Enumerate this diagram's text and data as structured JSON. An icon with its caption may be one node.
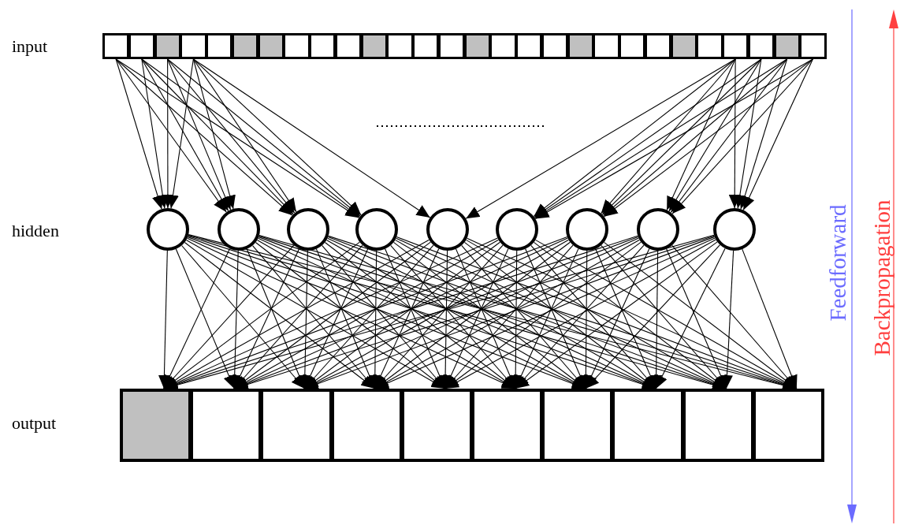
{
  "diagram": {
    "nodes": [
      {
        "text": [],
        "shape": "box"
      },
      {
        "text": [],
        "shape": "box"
      },
      {
        "text": [],
        "shape": "box"
      },
      {
        "text": [],
        "shape": "box"
      },
      {
        "text": [],
        "shape": "box"
      },
      {
        "text": [],
        "shape": "box"
      },
      {
        "text": [],
        "shape": "box"
      },
      {
        "text": [],
        "shape": "box"
      },
      {
        "text": [],
        "shape": "box"
      },
      {
        "text": [],
        "shape": "box"
      },
      {
        "text": [],
        "shape": "box"
      },
      {
        "text": [],
        "shape": "box"
      },
      {
        "text": [],
        "shape": "box"
      },
      {
        "text": [],
        "shape": "box"
      },
      {
        "text": [],
        "shape": "box"
      },
      {
        "text": [],
        "shape": "box"
      },
      {
        "text": [],
        "shape": "box"
      },
      {
        "text": [],
        "shape": "box"
      },
      {
        "text": [],
        "shape": "box"
      },
      {
        "text": [],
        "shape": "box"
      },
      {
        "text": [],
        "shape": "box"
      },
      {
        "text": [],
        "shape": "box"
      },
      {
        "text": [],
        "shape": "box"
      },
      {
        "text": [],
        "shape": "box"
      },
      {
        "text": [],
        "shape": "box"
      },
      {
        "text": [],
        "shape": "box"
      },
      {
        "text": [],
        "shape": "box"
      },
      {
        "text": [],
        "shape": "box"
      },
      {
        "text": [],
        "shape": "circle"
      },
      {
        "text": [],
        "shape": "circle"
      },
      {
        "text": [],
        "shape": "circle"
      },
      {
        "text": [],
        "shape": "circle"
      },
      {
        "text": [],
        "shape": "circle"
      },
      {
        "text": [],
        "shape": "circle"
      },
      {
        "text": [],
        "shape": "circle"
      },
      {
        "text": [],
        "shape": "circle"
      },
      {
        "text": [],
        "shape": "circle"
      },
      {
        "text": [],
        "shape": "box"
      },
      {
        "text": [],
        "shape": "box"
      },
      {
        "text": [],
        "shape": "box"
      },
      {
        "text": [],
        "shape": "box"
      },
      {
        "text": [],
        "shape": "box"
      },
      {
        "text": [],
        "shape": "box"
      },
      {
        "text": [],
        "shape": "box"
      },
      {
        "text": [],
        "shape": "box"
      },
      {
        "text": [],
        "shape": "box"
      },
      {
        "text": [],
        "shape": "box"
      }
    ],
    "edges": [
      {
        "from": 0,
        "to": 28,
        "arrow": "to"
      },
      {
        "from": 0,
        "to": 29,
        "arrow": "to"
      },
      {
        "from": 0,
        "to": 30,
        "arrow": "to"
      },
      {
        "from": 0,
        "to": 31,
        "arrow": "to"
      },
      {
        "from": 1,
        "to": 28,
        "arrow": "to"
      },
      {
        "from": 1,
        "to": 29,
        "arrow": "to"
      },
      {
        "from": 1,
        "to": 30,
        "arrow": "to"
      },
      {
        "from": 1,
        "to": 31,
        "arrow": "to"
      },
      {
        "from": 2,
        "to": 28,
        "arrow": "to"
      },
      {
        "from": 2,
        "to": 29,
        "arrow": "to"
      },
      {
        "from": 2,
        "to": 30,
        "arrow": "to"
      },
      {
        "from": 2,
        "to": 31,
        "arrow": "to"
      },
      {
        "from": 3,
        "to": 28,
        "arrow": "to"
      },
      {
        "from": 3,
        "to": 29,
        "arrow": "to"
      },
      {
        "from": 3,
        "to": 30,
        "arrow": "to"
      },
      {
        "from": 3,
        "to": 31,
        "arrow": "to"
      },
      {
        "from": 3,
        "to": 32,
        "arrow": "to"
      },
      {
        "from": 24,
        "to": 32,
        "arrow": "to"
      },
      {
        "from": 24,
        "to": 33,
        "arrow": "to"
      },
      {
        "from": 24,
        "to": 34,
        "arrow": "to"
      },
      {
        "from": 24,
        "to": 35,
        "arrow": "to"
      },
      {
        "from": 24,
        "to": 36,
        "arrow": "to"
      },
      {
        "from": 25,
        "to": 33,
        "arrow": "to"
      },
      {
        "from": 25,
        "to": 34,
        "arrow": "to"
      },
      {
        "from": 25,
        "to": 35,
        "arrow": "to"
      },
      {
        "from": 25,
        "to": 36,
        "arrow": "to"
      },
      {
        "from": 26,
        "to": 33,
        "arrow": "to"
      },
      {
        "from": 26,
        "to": 34,
        "arrow": "to"
      },
      {
        "from": 26,
        "to": 35,
        "arrow": "to"
      },
      {
        "from": 26,
        "to": 36,
        "arrow": "to"
      },
      {
        "from": 27,
        "to": 33,
        "arrow": "to"
      },
      {
        "from": 27,
        "to": 34,
        "arrow": "to"
      },
      {
        "from": 27,
        "to": 35,
        "arrow": "to"
      },
      {
        "from": 27,
        "to": 36,
        "arrow": "to"
      },
      {
        "from": 28,
        "to": 37,
        "arrow": "to"
      },
      {
        "from": 28,
        "to": 38,
        "arrow": "to"
      },
      {
        "from": 28,
        "to": 39,
        "arrow": "to"
      },
      {
        "from": 28,
        "to": 40,
        "arrow": "to"
      },
      {
        "from": 28,
        "to": 41,
        "arrow": "to"
      },
      {
        "from": 28,
        "to": 42,
        "arrow": "to"
      },
      {
        "from": 28,
        "to": 43,
        "arrow": "to"
      },
      {
        "from": 28,
        "to": 44,
        "arrow": "to"
      },
      {
        "from": 28,
        "to": 45,
        "arrow": "to"
      },
      {
        "from": 28,
        "to": 46,
        "arrow": "to"
      },
      {
        "from": 29,
        "to": 37,
        "arrow": "to"
      },
      {
        "from": 29,
        "to": 38,
        "arrow": "to"
      },
      {
        "from": 29,
        "to": 39,
        "arrow": "to"
      },
      {
        "from": 29,
        "to": 40,
        "arrow": "to"
      },
      {
        "from": 29,
        "to": 41,
        "arrow": "to"
      },
      {
        "from": 29,
        "to": 42,
        "arrow": "to"
      },
      {
        "from": 29,
        "to": 43,
        "arrow": "to"
      },
      {
        "from": 29,
        "to": 44,
        "arrow": "to"
      },
      {
        "from": 29,
        "to": 45,
        "arrow": "to"
      },
      {
        "from": 29,
        "to": 46,
        "arrow": "to"
      },
      {
        "from": 30,
        "to": 37,
        "arrow": "to"
      },
      {
        "from": 30,
        "to": 38,
        "arrow": "to"
      },
      {
        "from": 30,
        "to": 39,
        "arrow": "to"
      },
      {
        "from": 30,
        "to": 40,
        "arrow": "to"
      },
      {
        "from": 30,
        "to": 41,
        "arrow": "to"
      },
      {
        "from": 30,
        "to": 42,
        "arrow": "to"
      },
      {
        "from": 30,
        "to": 43,
        "arrow": "to"
      },
      {
        "from": 30,
        "to": 44,
        "arrow": "to"
      },
      {
        "from": 30,
        "to": 45,
        "arrow": "to"
      },
      {
        "from": 30,
        "to": 46,
        "arrow": "to"
      },
      {
        "from": 31,
        "to": 37,
        "arrow": "to"
      },
      {
        "from": 31,
        "to": 38,
        "arrow": "to"
      },
      {
        "from": 31,
        "to": 39,
        "arrow": "to"
      },
      {
        "from": 31,
        "to": 40,
        "arrow": "to"
      },
      {
        "from": 31,
        "to": 41,
        "arrow": "to"
      },
      {
        "from": 31,
        "to": 42,
        "arrow": "to"
      },
      {
        "from": 31,
        "to": 43,
        "arrow": "to"
      },
      {
        "from": 31,
        "to": 44,
        "arrow": "to"
      },
      {
        "from": 31,
        "to": 45,
        "arrow": "to"
      },
      {
        "from": 31,
        "to": 46,
        "arrow": "to"
      },
      {
        "from": 32,
        "to": 37,
        "arrow": "to"
      },
      {
        "from": 32,
        "to": 38,
        "arrow": "to"
      },
      {
        "from": 32,
        "to": 39,
        "arrow": "to"
      },
      {
        "from": 32,
        "to": 40,
        "arrow": "to"
      },
      {
        "from": 32,
        "to": 41,
        "arrow": "to"
      },
      {
        "from": 32,
        "to": 42,
        "arrow": "to"
      },
      {
        "from": 32,
        "to": 43,
        "arrow": "to"
      },
      {
        "from": 32,
        "to": 44,
        "arrow": "to"
      },
      {
        "from": 32,
        "to": 45,
        "arrow": "to"
      },
      {
        "from": 32,
        "to": 46,
        "arrow": "to"
      },
      {
        "from": 33,
        "to": 37,
        "arrow": "to"
      },
      {
        "from": 33,
        "to": 38,
        "arrow": "to"
      },
      {
        "from": 33,
        "to": 39,
        "arrow": "to"
      },
      {
        "from": 33,
        "to": 40,
        "arrow": "to"
      },
      {
        "from": 33,
        "to": 41,
        "arrow": "to"
      },
      {
        "from": 33,
        "to": 42,
        "arrow": "to"
      },
      {
        "from": 33,
        "to": 43,
        "arrow": "to"
      },
      {
        "from": 33,
        "to": 44,
        "arrow": "to"
      },
      {
        "from": 33,
        "to": 45,
        "arrow": "to"
      },
      {
        "from": 33,
        "to": 46,
        "arrow": "to"
      },
      {
        "from": 34,
        "to": 37,
        "arrow": "to"
      },
      {
        "from": 34,
        "to": 38,
        "arrow": "to"
      },
      {
        "from": 34,
        "to": 39,
        "arrow": "to"
      },
      {
        "from": 34,
        "to": 40,
        "arrow": "to"
      },
      {
        "from": 34,
        "to": 41,
        "arrow": "to"
      },
      {
        "from": 34,
        "to": 42,
        "arrow": "to"
      },
      {
        "from": 34,
        "to": 43,
        "arrow": "to"
      },
      {
        "from": 34,
        "to": 44,
        "arrow": "to"
      },
      {
        "from": 34,
        "to": 45,
        "arrow": "to"
      },
      {
        "from": 34,
        "to": 46,
        "arrow": "to"
      },
      {
        "from": 35,
        "to": 37,
        "arrow": "to"
      },
      {
        "from": 35,
        "to": 38,
        "arrow": "to"
      },
      {
        "from": 35,
        "to": 39,
        "arrow": "to"
      },
      {
        "from": 35,
        "to": 40,
        "arrow": "to"
      },
      {
        "from": 35,
        "to": 41,
        "arrow": "to"
      },
      {
        "from": 35,
        "to": 42,
        "arrow": "to"
      },
      {
        "from": 35,
        "to": 43,
        "arrow": "to"
      },
      {
        "from": 35,
        "to": 44,
        "arrow": "to"
      },
      {
        "from": 35,
        "to": 45,
        "arrow": "to"
      },
      {
        "from": 35,
        "to": 46,
        "arrow": "to"
      },
      {
        "from": 36,
        "to": 37,
        "arrow": "to"
      },
      {
        "from": 36,
        "to": 38,
        "arrow": "to"
      },
      {
        "from": 36,
        "to": 39,
        "arrow": "to"
      },
      {
        "from": 36,
        "to": 40,
        "arrow": "to"
      },
      {
        "from": 36,
        "to": 41,
        "arrow": "to"
      },
      {
        "from": 36,
        "to": 42,
        "arrow": "to"
      },
      {
        "from": 36,
        "to": 43,
        "arrow": "to"
      },
      {
        "from": 36,
        "to": 44,
        "arrow": "to"
      },
      {
        "from": 36,
        "to": 45,
        "arrow": "to"
      },
      {
        "from": 36,
        "to": 46,
        "arrow": "to"
      }
    ],
    "labels": [
      "input",
      "hidden",
      "output",
      "Feedforward",
      "Backpropagation"
    ]
  }
}
